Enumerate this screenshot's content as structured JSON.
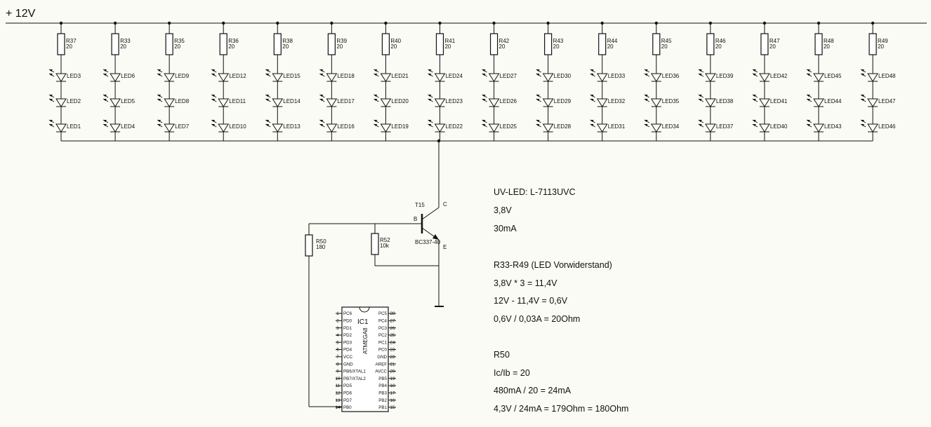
{
  "supply": {
    "label": "+ 12V"
  },
  "resistors": [
    {
      "ref": "R37",
      "value": "20"
    },
    {
      "ref": "R33",
      "value": "20"
    },
    {
      "ref": "R35",
      "value": "20"
    },
    {
      "ref": "R36",
      "value": "20"
    },
    {
      "ref": "R38",
      "value": "20"
    },
    {
      "ref": "R39",
      "value": "20"
    },
    {
      "ref": "R40",
      "value": "20"
    },
    {
      "ref": "R41",
      "value": "20"
    },
    {
      "ref": "R42",
      "value": "20"
    },
    {
      "ref": "R43",
      "value": "20"
    },
    {
      "ref": "R44",
      "value": "20"
    },
    {
      "ref": "R45",
      "value": "20"
    },
    {
      "ref": "R46",
      "value": "20"
    },
    {
      "ref": "R47",
      "value": "20"
    },
    {
      "ref": "R48",
      "value": "20"
    },
    {
      "ref": "R49",
      "value": "20"
    }
  ],
  "led_columns": [
    [
      "LED3",
      "LED2",
      "LED1"
    ],
    [
      "LED6",
      "LED5",
      "LED4"
    ],
    [
      "LED9",
      "LED8",
      "LED7"
    ],
    [
      "LED12",
      "LED11",
      "LED10"
    ],
    [
      "LED15",
      "LED14",
      "LED13"
    ],
    [
      "LED18",
      "LED17",
      "LED16"
    ],
    [
      "LED21",
      "LED20",
      "LED19"
    ],
    [
      "LED24",
      "LED23",
      "LED22"
    ],
    [
      "LED27",
      "LED26",
      "LED25"
    ],
    [
      "LED30",
      "LED29",
      "LED28"
    ],
    [
      "LED33",
      "LED32",
      "LED31"
    ],
    [
      "LED36",
      "LED35",
      "LED34"
    ],
    [
      "LED39",
      "LED38",
      "LED37"
    ],
    [
      "LED42",
      "LED41",
      "LED40"
    ],
    [
      "LED45",
      "LED44",
      "LED43"
    ],
    [
      "LED48",
      "LED47",
      "LED46"
    ]
  ],
  "transistor": {
    "ref": "T15",
    "part": "BC337-40",
    "base": "B",
    "collector": "C",
    "emitter": "E"
  },
  "r50": {
    "ref": "R50",
    "value": "180"
  },
  "r52": {
    "ref": "R52",
    "value": "10k"
  },
  "ic": {
    "ref": "IC1",
    "part": "ATMEGA8",
    "left_pins": [
      {
        "num": "1",
        "name": "PC6"
      },
      {
        "num": "2",
        "name": "PD0"
      },
      {
        "num": "3",
        "name": "PD1"
      },
      {
        "num": "4",
        "name": "PD2"
      },
      {
        "num": "5",
        "name": "PD3"
      },
      {
        "num": "6",
        "name": "PD4"
      },
      {
        "num": "7",
        "name": "VCC"
      },
      {
        "num": "8",
        "name": "GND"
      },
      {
        "num": "9",
        "name": "PB6/XTAL1"
      },
      {
        "num": "10",
        "name": "PB7/XTAL2"
      },
      {
        "num": "11",
        "name": "PD5"
      },
      {
        "num": "12",
        "name": "PD6"
      },
      {
        "num": "13",
        "name": "PD7"
      },
      {
        "num": "14",
        "name": "PB0"
      }
    ],
    "right_pins": [
      {
        "num": "28",
        "name": "PC5"
      },
      {
        "num": "27",
        "name": "PC4"
      },
      {
        "num": "26",
        "name": "PC3"
      },
      {
        "num": "25",
        "name": "PC2"
      },
      {
        "num": "24",
        "name": "PC1"
      },
      {
        "num": "23",
        "name": "PC0"
      },
      {
        "num": "22",
        "name": "GND"
      },
      {
        "num": "21",
        "name": "AREF"
      },
      {
        "num": "20",
        "name": "AVCC"
      },
      {
        "num": "19",
        "name": "PB5"
      },
      {
        "num": "18",
        "name": "PB4"
      },
      {
        "num": "17",
        "name": "PB3"
      },
      {
        "num": "16",
        "name": "PB2"
      },
      {
        "num": "15",
        "name": "PB1"
      }
    ]
  },
  "notes": [
    "UV-LED: L-7113UVC",
    "3,8V",
    "30mA",
    "R33-R49 (LED Vorwiderstand)",
    "3,8V * 3 = 11,4V",
    "12V - 11,4V = 0,6V",
    "0,6V / 0,03A = 20Ohm",
    "R50",
    "Ic/Ib = 20",
    "480mA / 20 = 24mA",
    "4,3V / 24mA = 179Ohm = 180Ohm"
  ]
}
